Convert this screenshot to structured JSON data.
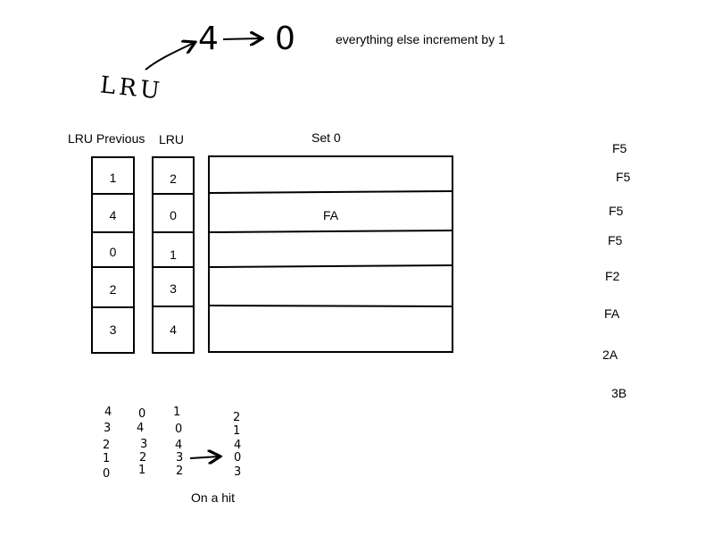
{
  "header": {
    "lru_scrawl": "LRU",
    "from_value": "4",
    "to_value": "0",
    "note": "everything else increment by 1"
  },
  "labels": {
    "lru_previous": "LRU Previous",
    "lru": "LRU",
    "set": "Set 0"
  },
  "lru_previous_values": [
    "1",
    "4",
    "0",
    "2",
    "3"
  ],
  "lru_values": [
    "2",
    "0",
    "1",
    "3",
    "4"
  ],
  "set0_entries": [
    "",
    "FA",
    "",
    "",
    ""
  ],
  "access_sequence": [
    "F5",
    "F5",
    "F5",
    "F5",
    "F2",
    "FA",
    "2A",
    "3B"
  ],
  "history_columns": [
    [
      "4",
      "3",
      "2",
      "1",
      "0"
    ],
    [
      "0",
      "4",
      "3",
      "2",
      "1"
    ],
    [
      "1",
      "0",
      "4",
      "3",
      "2"
    ],
    [
      "2",
      "1",
      "4",
      "0",
      "3"
    ]
  ],
  "footer": {
    "caption": "On a hit"
  }
}
